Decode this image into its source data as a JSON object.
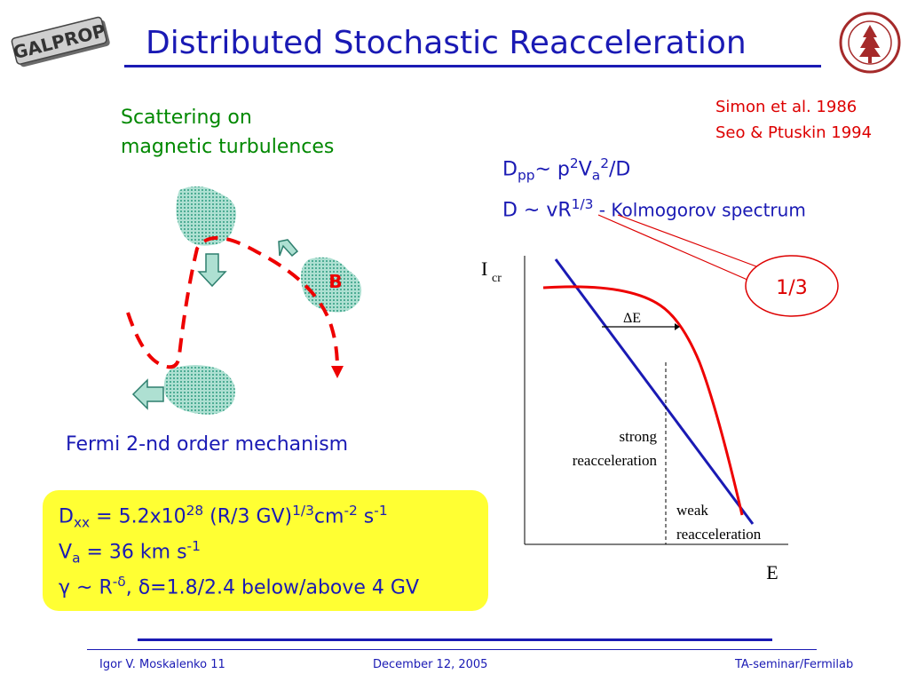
{
  "slide": {
    "title": "Distributed Stochastic Reacceleration",
    "logo_left_text": "GALPROP",
    "references": [
      "Simon et al. 1986",
      "Seo & Ptuskin 1994"
    ],
    "scattering_lines": [
      "Scattering on",
      "magnetic turbulences"
    ],
    "b_label": "B",
    "fermi": "Fermi 2-nd order mechanism",
    "eq1": {
      "d": "D",
      "d_sub": "pp",
      "mid": "~ p",
      "p_sup": "2",
      "v": "V",
      "v_sub": "a",
      "v_sup": "2",
      "tail": "/D"
    },
    "eq2": {
      "main": "D ~ vR",
      "sup": "1/3",
      "note": " - Kolmogorov spectrum"
    },
    "callout": "1/3",
    "box": {
      "l1": {
        "a": "D",
        "a_sub": "xx",
        "b": " = 5.2x10",
        "b_sup": "28",
        "c": " (R/3 GV)",
        "c_sup": "1/3",
        "d": "cm",
        "d_sup": "-2",
        "e": " s",
        "e_sup": "-1"
      },
      "l2": {
        "a": "V",
        "a_sub": "a",
        "b": " = 36 km  s",
        "b_sup": "-1"
      },
      "l3": {
        "a": "γ ~ R",
        "a_sup": "-δ",
        "b": ", δ=1.8/2.4 below/above 4 GV"
      }
    },
    "plot": {
      "y_label": "I",
      "y_sub": "cr",
      "x_label": "E",
      "delta_e": "ΔE",
      "strong": [
        "strong",
        "reacceleration"
      ],
      "weak": [
        "weak",
        "reacceleration"
      ]
    },
    "footer": {
      "left": "Igor V. Moskalenko  11",
      "center": "December 12, 2005",
      "right": "TA-seminar/Fermilab"
    }
  },
  "colors": {
    "title_blue": "#1a1ab4",
    "red": "#dd0000",
    "green": "#008800",
    "highlight_yellow": "#ffff33",
    "blob_teal": "#66ccaa"
  }
}
